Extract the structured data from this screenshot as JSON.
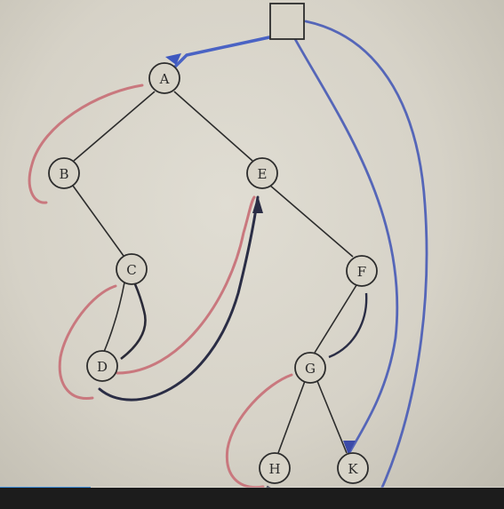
{
  "diagram": {
    "root_label": "",
    "nodes": [
      {
        "id": "A",
        "label": "A"
      },
      {
        "id": "B",
        "label": "B"
      },
      {
        "id": "E",
        "label": "E"
      },
      {
        "id": "C",
        "label": "C"
      },
      {
        "id": "F",
        "label": "F"
      },
      {
        "id": "D",
        "label": "D"
      },
      {
        "id": "G",
        "label": "G"
      },
      {
        "id": "H",
        "label": "H"
      },
      {
        "id": "K",
        "label": "K"
      }
    ],
    "edges": [
      [
        "A",
        "B"
      ],
      [
        "A",
        "E"
      ],
      [
        "B",
        "C"
      ],
      [
        "C",
        "D"
      ],
      [
        "E",
        "F"
      ],
      [
        "F",
        "G"
      ],
      [
        "G",
        "H"
      ],
      [
        "G",
        "K"
      ]
    ],
    "colors": {
      "tree_line": "#2c2c2c",
      "thread_red": "#c9787e",
      "thread_blue": "#5566b8",
      "thread_dark": "#2a2d45",
      "node_fill": "#d8d4c8"
    }
  },
  "video": {
    "progress": 0.18
  }
}
